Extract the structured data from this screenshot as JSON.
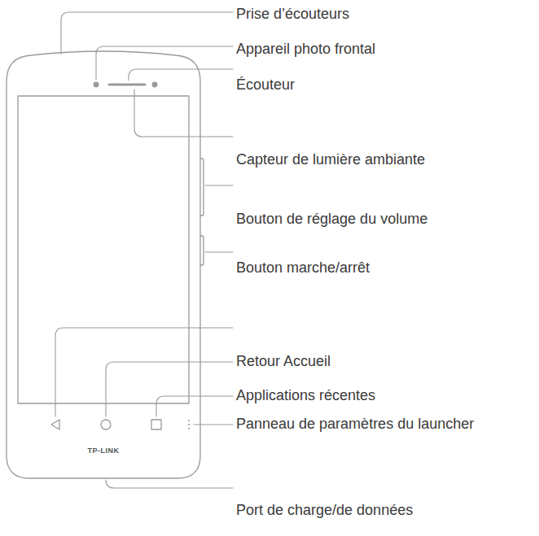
{
  "diagram": {
    "labels": [
      "Prise d’écouteurs",
      "Appareil photo frontal",
      "Écouteur",
      "Capteur de lumière ambiante",
      "Bouton de réglage du volume",
      "Bouton marche/arrêt",
      "Retour Accueil",
      "Applications récentes",
      "Panneau de paramètres du launcher",
      "Port de charge/de données",
      "TP-LINK"
    ]
  }
}
